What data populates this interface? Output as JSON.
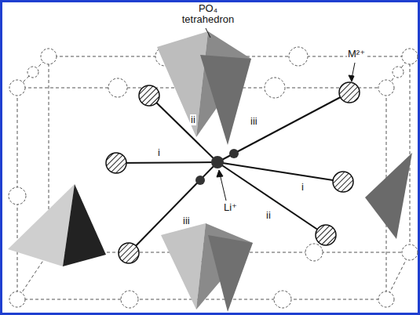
{
  "diagram": {
    "labels": [
      "PO₄ tetrahedron",
      "M²⁺",
      "Li⁺",
      "i",
      "i",
      "ii",
      "ii",
      "iii",
      "iii"
    ]
  }
}
